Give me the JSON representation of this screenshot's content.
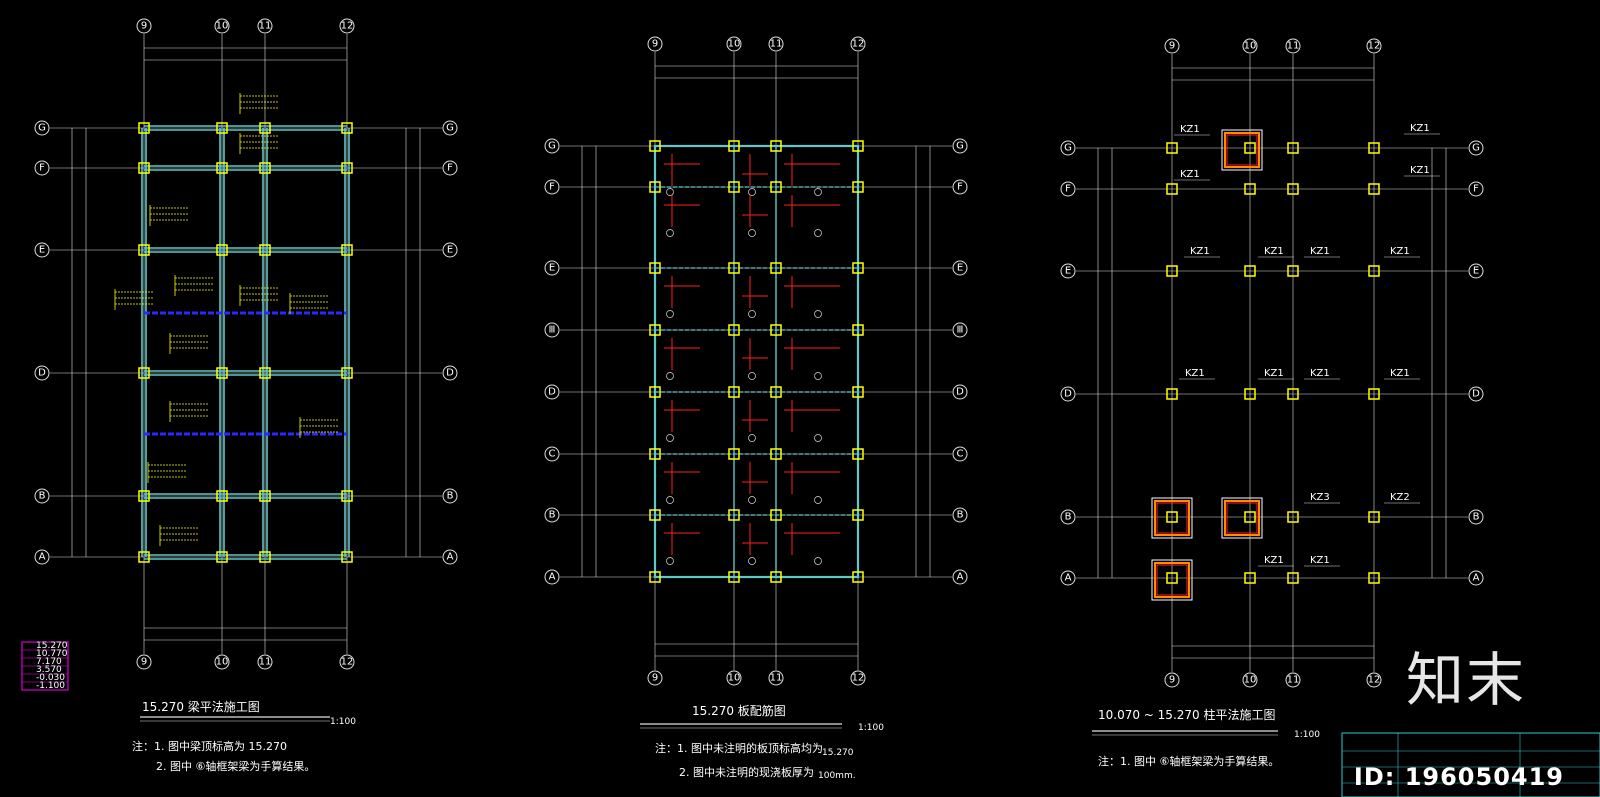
{
  "colors": {
    "beam": "#5fc8c8",
    "column": "#ffff00",
    "rebar": "#ff2020",
    "dim": "#e0e0e0",
    "hilite": "#ffff00",
    "blue": "#2a2aff",
    "magenta": "#ff00ff"
  },
  "plans": [
    {
      "id": "beam-plan",
      "title": "15.270    梁平法施工图",
      "scale": "1:100",
      "notes": [
        "注：1. 图中梁顶标高为      15.270",
        "2. 图中 ⑥轴框架梁为手算结果。"
      ]
    },
    {
      "id": "slab-plan",
      "title": "15.270    板配筋图",
      "scale": "1:100",
      "notes": [
        "注：1.  图中未注明的板顶标高均为",
        "2.  图中未注明的现浇板厚为"
      ],
      "note_values": [
        "15.270",
        "100mm."
      ]
    },
    {
      "id": "column-plan",
      "title": "10.070 ~ 15.270    柱平法施工图",
      "scale": "1:100",
      "notes": [
        "注：1. 图中 ⑥轴框架梁为手算结果。"
      ]
    }
  ],
  "axes": {
    "top": [
      "9",
      "10",
      "11",
      "12"
    ],
    "rows_plan1": [
      "G",
      "F",
      "E",
      "D",
      "B",
      "A"
    ],
    "rows_plan2": [
      "G",
      "F",
      "E",
      "Ⅲ",
      "D",
      "C",
      "B",
      "A"
    ],
    "rows_plan3": [
      "G",
      "F",
      "E",
      "D",
      "B",
      "A"
    ]
  },
  "kz_labels": [
    "KZ1",
    "KZ1",
    "KZ1",
    "KZ1",
    "KZ1",
    "KZ1",
    "KZ1",
    "KZ1",
    "KZ1",
    "KZ1",
    "KZ1",
    "KZ1",
    "KZ3",
    "KZ2",
    "KZ1",
    "KZ1"
  ],
  "legend": [
    "15.270",
    "10.770",
    "7.170",
    "3.570",
    "-0.030",
    "-1.100"
  ],
  "logo": "知末",
  "id_badge": "ID: 196050419"
}
